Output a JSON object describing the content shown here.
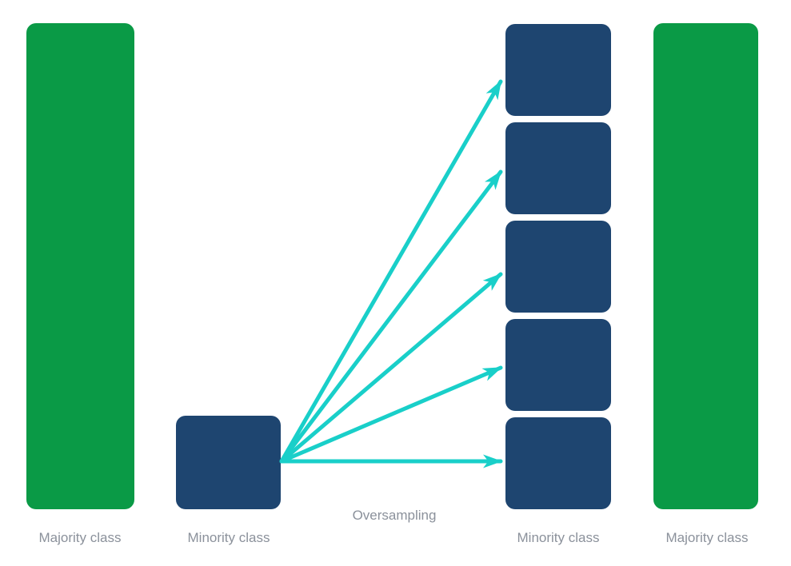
{
  "diagram": {
    "type": "class-imbalance-oversampling-illustration",
    "operation_label": "Oversampling",
    "left_bar": {
      "label": "Majority class",
      "color": "#0a9a46"
    },
    "right_bar": {
      "label": "Majority class",
      "color": "#0a9a46"
    },
    "source_square": {
      "label": "Minority class",
      "color": "#1e4570"
    },
    "result_stack": {
      "label": "Minority class",
      "count": 5,
      "color": "#1e4570"
    },
    "arrow": {
      "color": "#19cfc9",
      "count": 5
    },
    "label_color": "#8b919b",
    "background": "#ffffff"
  }
}
